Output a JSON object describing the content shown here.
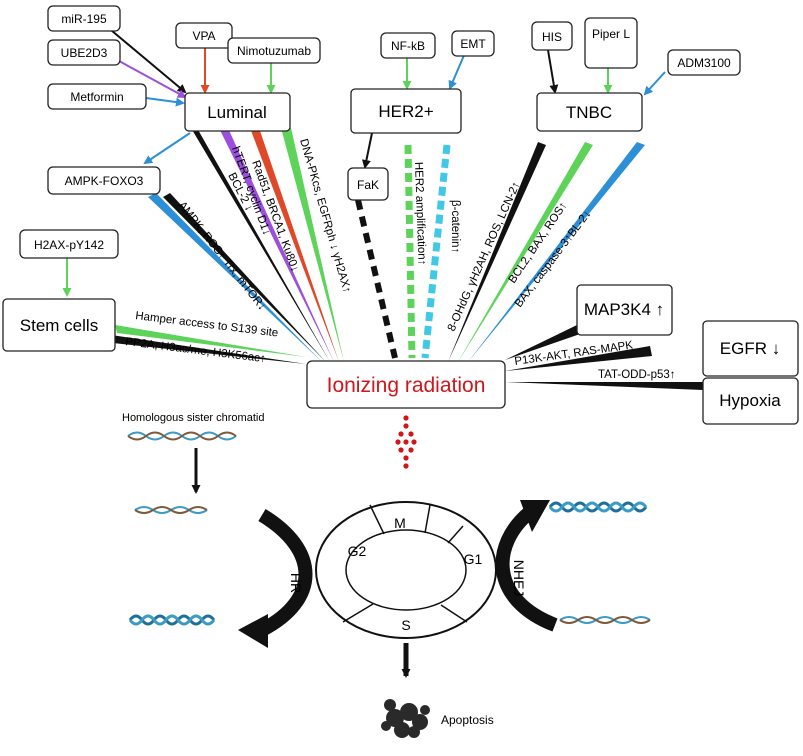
{
  "center": {
    "label": "Ionizing radiation",
    "color": "#d0161b"
  },
  "subtypes": {
    "luminal": "Luminal",
    "her2": "HER2+",
    "tnbc": "TNBC"
  },
  "regulators": {
    "mir195": "miR-195",
    "ube2d3": "UBE2D3",
    "metformin": "Metformin",
    "vpa": "VPA",
    "nimotuzumab": "Nimotuzumab",
    "nfkb": "NF-kB",
    "emt": "EMT",
    "his": "HIS",
    "piperl": "Piper L",
    "adm3100": "ADM3100",
    "ampkfoxo3": "AMPK-FOXO3",
    "h2ax": "H2AX-pY142",
    "fak": "FaK"
  },
  "right_boxes": {
    "map3k4": "MAP3K4 ↑",
    "egfr": "EGFR ↓",
    "hypoxia": "Hypoxia"
  },
  "stem": "Stem cells",
  "pathway_labels": {
    "bcl2": "BCL-2 ↓",
    "htert": "hTERT, cyclin D1↓",
    "rad51": "Rad51, BRCA1, Ku80↓",
    "dnapk": "DNA-PKcs, EGFRph ↓ γH2AX↑",
    "ampk": "AMPK, ROS↑ Trx, mTOR↓",
    "her2amp": "HER2 amplification↑",
    "bcatenin": "β-catenin↑",
    "ohdg": "8-OHdG, γH2AH, ROS, LCN-2↑",
    "bcl2bax": "BCL2, BAX, ROS↑",
    "bax": "BAX, caspase-3↑BL-2↓",
    "hamper": "Hamper access to S139 site",
    "pp2a": "PP2A, H3ac/me, H3K56ac↑",
    "p13k": "P13K-AKT, RAS-MAPK",
    "tatodd": "TAT-ODD-p53↑"
  },
  "repair": {
    "sister": "Homologous sister chromatid",
    "hr": "HR",
    "nhej": "NHEJ",
    "apoptosis": "Apoptosis"
  },
  "cell_cycle": {
    "m": "M",
    "g1": "G1",
    "s": "S",
    "g2": "G2"
  },
  "colors": {
    "black": "#111111",
    "purple": "#9b4fdc",
    "blue": "#2d8fd5",
    "red": "#e0482a",
    "green": "#5ed35a",
    "cyan": "#41c8e6",
    "dna": "#3a9bc4"
  }
}
